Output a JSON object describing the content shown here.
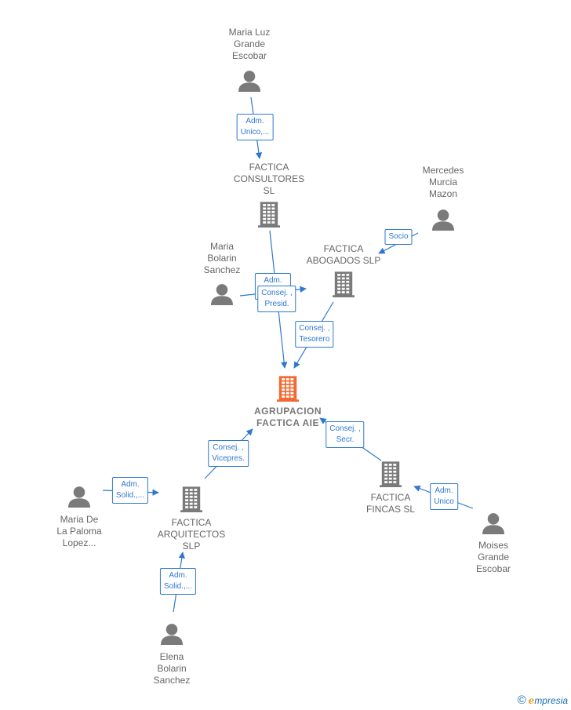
{
  "nodes": [
    {
      "id": "center",
      "type": "company",
      "main": true,
      "name": "AGRUPACION\nFACTICA  AIE"
    },
    {
      "id": "consultores",
      "type": "company",
      "name": "FACTICA\nCONSULTORES\nSL"
    },
    {
      "id": "abogados",
      "type": "company",
      "name": "FACTICA\nABOGADOS  SLP"
    },
    {
      "id": "arquitectos",
      "type": "company",
      "name": "FACTICA\nARQUITECTOS\nSLP"
    },
    {
      "id": "fincas",
      "type": "company",
      "name": "FACTICA\nFINCAS  SL"
    },
    {
      "id": "mlge",
      "type": "person",
      "name": "Maria Luz\nGrande\nEscobar"
    },
    {
      "id": "mmm",
      "type": "person",
      "name": "Mercedes\nMurcia\nMazon"
    },
    {
      "id": "mbs",
      "type": "person",
      "name": "Maria\nBolarin\nSanchez"
    },
    {
      "id": "mdlpl",
      "type": "person",
      "name": "Maria De\nLa Paloma\nLopez..."
    },
    {
      "id": "ebs",
      "type": "person",
      "name": "Elena\nBolarin\nSanchez"
    },
    {
      "id": "mge",
      "type": "person",
      "name": "Moises\nGrande\nEscobar"
    }
  ],
  "edges": [
    {
      "from": "mlge",
      "to": "consultores",
      "label": "Adm.\nUnico,..."
    },
    {
      "from": "mmm",
      "to": "abogados",
      "label": "Socio"
    },
    {
      "from": "mbs",
      "to": "abogados",
      "label": "Adm.\nSolid.,..."
    },
    {
      "from": "consultores",
      "to": "center",
      "label": "Consej. ,\nPresid."
    },
    {
      "from": "abogados",
      "to": "center",
      "label": "Consej. ,\nTesorero"
    },
    {
      "from": "arquitectos",
      "to": "center",
      "label": "Consej. ,\nVicepres."
    },
    {
      "from": "fincas",
      "to": "center",
      "label": "Consej. ,\nSecr."
    },
    {
      "from": "mdlpl",
      "to": "arquitectos",
      "label": "Adm.\nSolid.,..."
    },
    {
      "from": "ebs",
      "to": "arquitectos",
      "label": "Adm.\nSolid.,..."
    },
    {
      "from": "mge",
      "to": "fincas",
      "label": "Adm.\nUnico"
    }
  ],
  "colors": {
    "edge": "#2f78d0",
    "company": "#7a7a7a",
    "main": "#f26a33",
    "person": "#7a7a7a"
  },
  "footer": {
    "copyright": "©",
    "brand_first": "e",
    "brand_rest": "mpresia"
  }
}
